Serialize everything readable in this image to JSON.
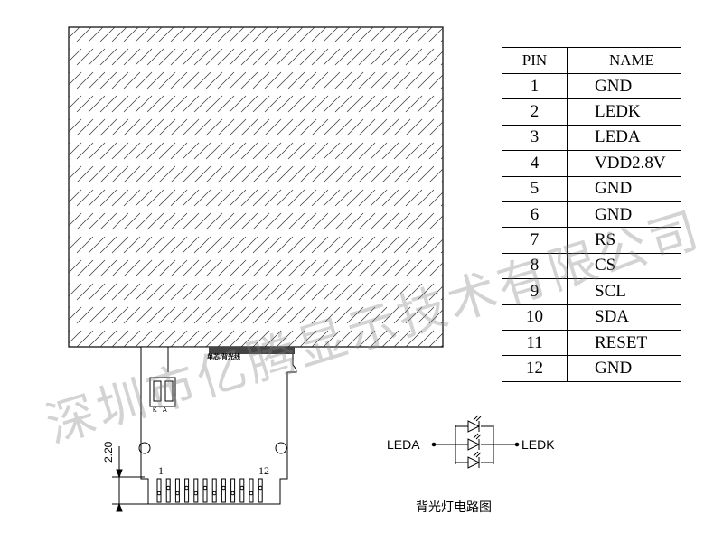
{
  "pin_table": {
    "header": {
      "pin": "PIN",
      "name": "NAME"
    },
    "rows": [
      {
        "pin": "1",
        "name": "GND"
      },
      {
        "pin": "2",
        "name": "LEDK"
      },
      {
        "pin": "3",
        "name": "LEDA"
      },
      {
        "pin": "4",
        "name": "VDD2.8V"
      },
      {
        "pin": "5",
        "name": "GND"
      },
      {
        "pin": "6",
        "name": "GND"
      },
      {
        "pin": "7",
        "name": "RS"
      },
      {
        "pin": "8",
        "name": "CS"
      },
      {
        "pin": "9",
        "name": "SCL"
      },
      {
        "pin": "10",
        "name": "SDA"
      },
      {
        "pin": "11",
        "name": "RESET"
      },
      {
        "pin": "12",
        "name": "GND"
      }
    ]
  },
  "backlight_circuit": {
    "left_label": "LEDA",
    "right_label": "LEDK",
    "caption": "背光灯电路图",
    "led_count": 3
  },
  "fpc": {
    "dimension_label": "2.20",
    "pin_start_label": "1",
    "pin_end_label": "12",
    "fpc_marking": "单芯.背光线",
    "k_label": "K",
    "a_label": "A",
    "contact_count": 12
  },
  "watermark": {
    "text": "深圳市亿腾显示技术有限公司"
  }
}
